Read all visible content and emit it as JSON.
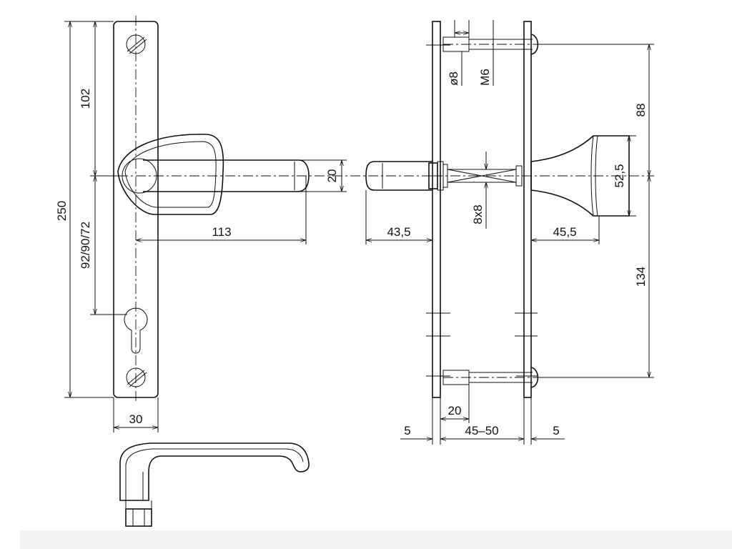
{
  "dimensions": {
    "plate_height_total": "250",
    "handle_center_from_top": "102",
    "handle_to_cylinder": "92/90/72",
    "handle_projection": "113",
    "plate_width": "30",
    "lever_thickness": "20",
    "screw_diameter": "ø8",
    "screw_thread": "M6",
    "screw_spacing_top": "88",
    "screw_spacing_bottom": "134",
    "knob_diameter": "52,5",
    "spindle_size": "8x8",
    "lever_side_projection": "43,5",
    "knob_projection": "45,5",
    "screw_length_marker": "20",
    "plate_thickness_left": "5",
    "door_thickness": "45–50",
    "plate_thickness_right": "5"
  },
  "colors": {
    "line": "#111111",
    "background": "#ffffff"
  }
}
